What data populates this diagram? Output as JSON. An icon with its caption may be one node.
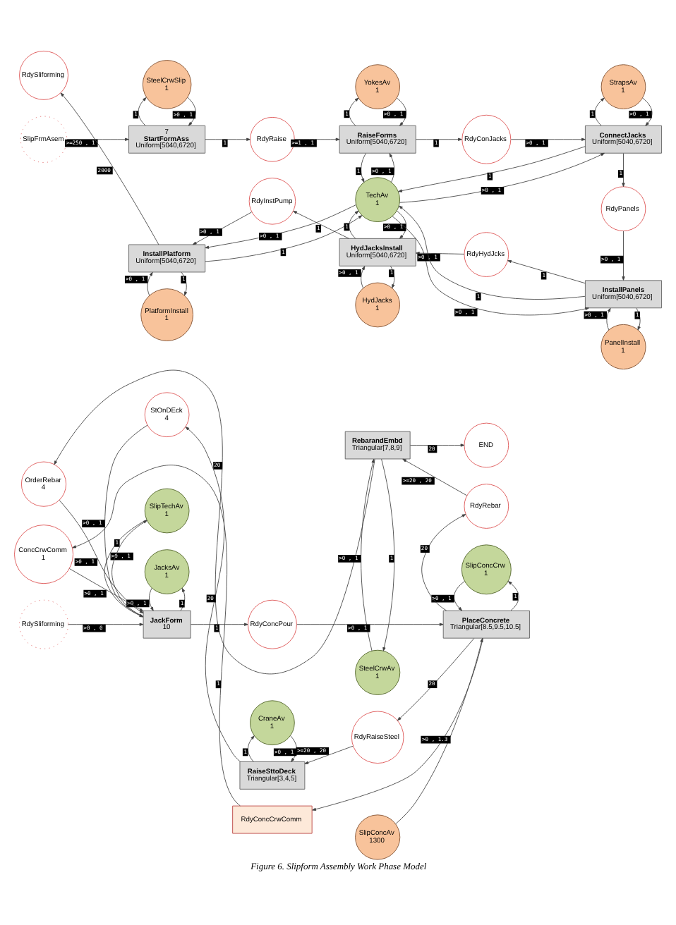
{
  "diagram": {
    "caption": "Figure 6. Slipform Assembly Work Phase Model",
    "nodes": [
      {
        "text": [
          "SteelCrwSlip",
          "1"
        ]
      },
      {
        "text": [
          "YokesAv",
          "1"
        ]
      },
      {
        "text": [
          "StrapsAv",
          "1"
        ]
      },
      {
        "text": [
          "SlipFrmAsem"
        ]
      },
      {
        "text": [
          "7",
          "StartFormAss",
          "Uniform[5040,6720]"
        ]
      },
      {
        "text": [
          "RdyRaise"
        ]
      },
      {
        "text": [
          "RaiseForms",
          "Uniform[5040,6720]"
        ]
      },
      {
        "text": [
          "RdyConJacks"
        ]
      },
      {
        "text": [
          "ConnectJacks",
          "Uniform[5040,6720]"
        ]
      },
      {
        "text": [
          "TechAv",
          "1"
        ]
      },
      {
        "text": [
          "RdyPanels"
        ]
      },
      {
        "text": [
          "RdySliforming"
        ]
      },
      {
        "text": [
          "InstallPlatform",
          "Uniform[5040,6720]"
        ]
      },
      {
        "text": [
          "RdyInstPump"
        ]
      },
      {
        "text": [
          "HydJacksInstall",
          "Uniform[5040,6720]"
        ]
      },
      {
        "text": [
          "RdyHydJcks"
        ]
      },
      {
        "text": [
          "InstallPanels",
          "Uniform[5040,6720]"
        ]
      },
      {
        "text": [
          "PlatformInstall",
          "1"
        ]
      },
      {
        "text": [
          "HydJacks",
          "1"
        ]
      },
      {
        "text": [
          "PanelInstall",
          "1"
        ]
      },
      {
        "text": [
          "OrderRebar",
          "4"
        ]
      },
      {
        "text": [
          "CraneAv",
          "1"
        ]
      },
      {
        "text": [
          "RebarandEmbd",
          "Triangular[7,8,9]"
        ]
      },
      {
        "text": [
          "END"
        ]
      },
      {
        "text": [
          "StOnDEck",
          "4"
        ]
      },
      {
        "text": [
          "RaiseSttoDeck",
          "Triangular[3,4,5]"
        ]
      },
      {
        "text": [
          "SteelCrwAv",
          "1"
        ]
      },
      {
        "text": [
          "RdyRebar"
        ]
      },
      {
        "text": [
          "SlipTechAv",
          "1"
        ]
      },
      {
        "text": [
          "JacksAv",
          "1"
        ]
      },
      {
        "text": [
          "RdyRaiseSteel"
        ]
      },
      {
        "text": [
          "SlipConcCrw",
          "1"
        ]
      },
      {
        "text": [
          "RdySliforming"
        ]
      },
      {
        "text": [
          "JackForm",
          "10"
        ]
      },
      {
        "text": [
          "RdyConcPour"
        ]
      },
      {
        "text": [
          "PlaceConcrete",
          "Triangular[8.5,9.5,10.5]"
        ]
      },
      {
        "text": [
          "ConcCrwComm",
          "1"
        ]
      },
      {
        "text": [
          "RdyConcCrwComm"
        ]
      },
      {
        "text": [
          "SlipConcAv",
          "1300"
        ]
      }
    ],
    "edges": [
      {
        "from": 0,
        "to": 4,
        "arrow": "to",
        "label": ">0 , 1"
      },
      {
        "from": 4,
        "to": 0,
        "arrow": "to",
        "label": "1"
      },
      {
        "from": 1,
        "to": 6,
        "arrow": "to",
        "label": ">0 , 1"
      },
      {
        "from": 6,
        "to": 1,
        "arrow": "to",
        "label": "1"
      },
      {
        "from": 2,
        "to": 8,
        "arrow": "to",
        "label": ">0 , 1"
      },
      {
        "from": 8,
        "to": 2,
        "arrow": "to",
        "label": "1"
      },
      {
        "from": 3,
        "to": 4,
        "arrow": "to",
        "label": ">=250 , 1"
      },
      {
        "from": 4,
        "to": 5,
        "arrow": "to",
        "label": "1"
      },
      {
        "from": 5,
        "to": 6,
        "arrow": "to",
        "label": ">=1 , 1"
      },
      {
        "from": 6,
        "to": 7,
        "arrow": "to",
        "label": "1"
      },
      {
        "from": 7,
        "to": 8,
        "arrow": "to",
        "label": ">0 , 1"
      },
      {
        "from": 9,
        "to": 6,
        "arrow": "to",
        "label": ">0 , 1"
      },
      {
        "from": 6,
        "to": 9,
        "arrow": "to",
        "label": "1"
      },
      {
        "from": 8,
        "to": 9,
        "arrow": "to",
        "label": "1"
      },
      {
        "from": 9,
        "to": 8,
        "arrow": "to",
        "label": ">0 , 1"
      },
      {
        "from": 16,
        "to": 9,
        "arrow": "to",
        "label": "1"
      },
      {
        "from": 8,
        "to": 10,
        "arrow": "to",
        "label": "1"
      },
      {
        "from": 9,
        "to": 12,
        "arrow": "to",
        "label": ">0 , 1"
      },
      {
        "from": 12,
        "to": 9,
        "arrow": "to",
        "label": "1"
      },
      {
        "from": 9,
        "to": 14,
        "arrow": "to",
        "label": ">0 , 1"
      },
      {
        "from": 14,
        "to": 9,
        "arrow": "to",
        "label": "1"
      },
      {
        "from": 9,
        "to": 16,
        "arrow": "to",
        "label": ">0 , 1"
      },
      {
        "from": 10,
        "to": 16,
        "arrow": "to",
        "label": ">0 , 1"
      },
      {
        "from": 12,
        "to": 11,
        "arrow": "to",
        "label": "2000"
      },
      {
        "from": 13,
        "to": 12,
        "arrow": "to",
        "label": ">0 , 1"
      },
      {
        "from": 14,
        "to": 13,
        "arrow": "to",
        "label": "1"
      },
      {
        "from": 15,
        "to": 14,
        "arrow": "to",
        "label": ">0 , 1"
      },
      {
        "from": 16,
        "to": 15,
        "arrow": "to",
        "label": "1"
      },
      {
        "from": 12,
        "to": 17,
        "arrow": "to",
        "label": "1"
      },
      {
        "from": 17,
        "to": 12,
        "arrow": "to",
        "label": ">0 , 1"
      },
      {
        "from": 14,
        "to": 18,
        "arrow": "to",
        "label": "1"
      },
      {
        "from": 18,
        "to": 14,
        "arrow": "to",
        "label": ">0 , 1"
      },
      {
        "from": 16,
        "to": 19,
        "arrow": "to",
        "label": "1"
      },
      {
        "from": 19,
        "to": 16,
        "arrow": "to",
        "label": ">0 , 1"
      },
      {
        "from": 22,
        "to": 20,
        "arrow": "to",
        "label": "20"
      },
      {
        "from": 22,
        "to": 23,
        "arrow": "to",
        "label": "20"
      },
      {
        "from": 21,
        "to": 25,
        "arrow": "to",
        "label": ">0 , 1"
      },
      {
        "from": 25,
        "to": 21,
        "arrow": "to",
        "label": "1"
      },
      {
        "from": 25,
        "to": 24,
        "arrow": "to",
        "label": "20"
      },
      {
        "from": 22,
        "to": 26,
        "arrow": "to",
        "label": "1"
      },
      {
        "from": 26,
        "to": 22,
        "arrow": "to",
        "label": ">0 , 1"
      },
      {
        "from": 27,
        "to": 22,
        "arrow": "to",
        "label": ">=20 , 20"
      },
      {
        "from": 20,
        "to": 33,
        "arrow": "to",
        "label": ">0 , 1"
      },
      {
        "from": 24,
        "to": 33,
        "arrow": "to",
        "label": ">0 , 1"
      },
      {
        "from": 33,
        "to": 28,
        "arrow": "to",
        "label": "1"
      },
      {
        "from": 28,
        "to": 33,
        "arrow": "to",
        "label": ">0 , 1"
      },
      {
        "from": 33,
        "to": 29,
        "arrow": "to",
        "label": "1"
      },
      {
        "from": 29,
        "to": 33,
        "arrow": "to",
        "label": ">0 , 1"
      },
      {
        "from": 30,
        "to": 25,
        "arrow": "to",
        "label": ">=20 , 20"
      },
      {
        "from": 35,
        "to": 30,
        "arrow": "to",
        "label": "20"
      },
      {
        "from": 35,
        "to": 31,
        "arrow": "to",
        "label": "1"
      },
      {
        "from": 31,
        "to": 35,
        "arrow": "to",
        "label": ">0 , 1"
      },
      {
        "from": 35,
        "to": 27,
        "arrow": "to",
        "label": "20"
      },
      {
        "from": 32,
        "to": 33,
        "arrow": "to",
        "label": ">0 , 0"
      },
      {
        "from": 33,
        "to": 34,
        "arrow": "to",
        "label": "1"
      },
      {
        "from": 34,
        "to": 35,
        "arrow": "to",
        "label": ">0 , 1"
      },
      {
        "from": 36,
        "to": 33,
        "arrow": "to",
        "label": ">0 , 1"
      },
      {
        "from": 35,
        "to": 37,
        "arrow": "to"
      },
      {
        "from": 37,
        "to": 36,
        "arrow": "to",
        "label": "1"
      },
      {
        "from": 38,
        "to": 35,
        "arrow": "to",
        "label": ">0 , 1.3"
      }
    ]
  }
}
